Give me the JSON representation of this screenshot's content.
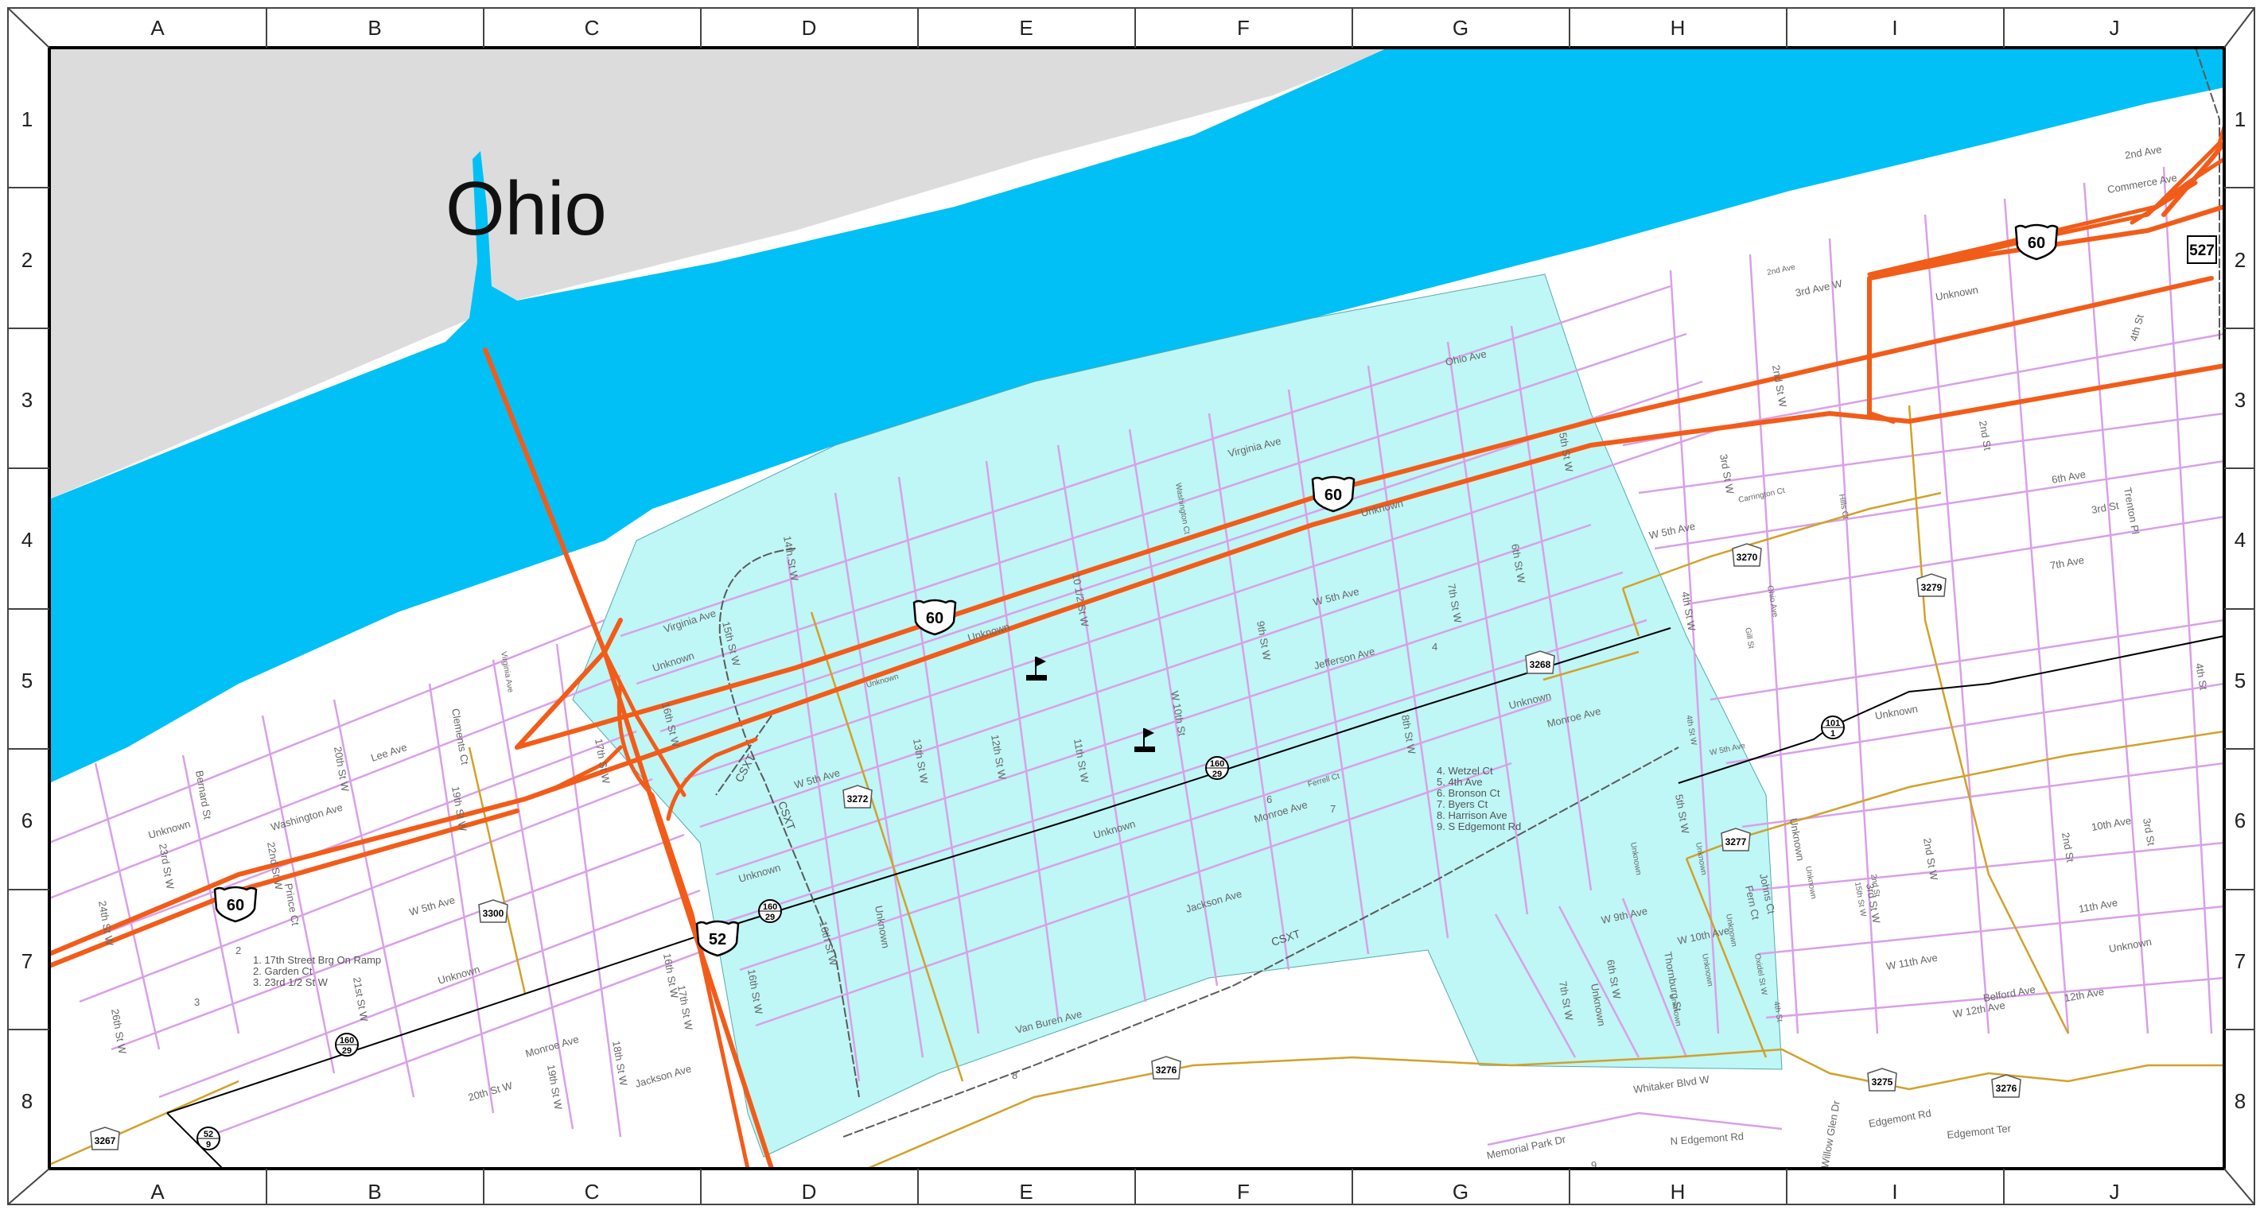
{
  "grid": {
    "columns": [
      "A",
      "B",
      "C",
      "D",
      "E",
      "F",
      "G",
      "H",
      "I",
      "J"
    ],
    "rows": [
      "1",
      "2",
      "3",
      "4",
      "5",
      "6",
      "7",
      "8"
    ]
  },
  "region_label": "Ohio",
  "colors": {
    "water": "#00c0f5",
    "land_other_state": "#dcdcdc",
    "city_area": "#bff6f6",
    "highway": "#f25c19",
    "local_street": "#d9a0e8",
    "county_road": "#d1a12a",
    "state_route": "#000000",
    "railroad": "#5a5a5a"
  },
  "routes": {
    "us60_a": "60",
    "us60_b": "60",
    "us60_c": "60",
    "us60_d": "60",
    "us52": "52",
    "sr527": "527",
    "sr160_a": "160",
    "sr160_a_sub": "29",
    "sr160_b": "160",
    "sr160_b_sub": "29",
    "sr160_c": "160",
    "sr160_c_sub": "29",
    "sr101": "101",
    "sr101_sub": "1",
    "sr52_9": "52",
    "sr52_9_sub": "9",
    "c3267": "3267",
    "c3272": "3272",
    "c3300": "3300",
    "c3268": "3268",
    "c3270": "3270",
    "c3279": "3279",
    "c3277": "3277",
    "c3276_a": "3276",
    "c3275": "3275",
    "c3276_b": "3276"
  },
  "streets": {
    "s1": "2nd Ave",
    "s2": "Commerce Ave",
    "s3": "3rd Ave W",
    "s4": "2nd Ave",
    "s5": "Unknown",
    "s6": "4th St",
    "s7": "Ohio Ave",
    "s8": "2nd St W",
    "s9": "2nd St",
    "s10": "6th Ave",
    "s11": "3rd St",
    "s12": "Trenton Pl",
    "s13": "Virginia Ave",
    "s14": "Washington Ct",
    "s15": "Unknown",
    "s16": "5th St W",
    "s17": "3rd St W",
    "s18": "Carrington Ct",
    "s19": "Hills Ct",
    "s20": "W 5th Ave",
    "s21": "7th Ave",
    "s22": "6th St W",
    "s23": "14th St W",
    "s24": "10 1/2 St W",
    "s25": "W 5th Ave",
    "s26": "7th St W",
    "s27": "Unknown",
    "s28": "Virginia Ave",
    "s29": "Unknown",
    "s30": "9th St W",
    "s31": "Jefferson Ave",
    "s32": "4th St W",
    "s33": "Ohio Ave",
    "s34": "Gill St",
    "s35": "15th St W",
    "s36": "16th St W",
    "s37": "W 10th St",
    "s38": "11th St W",
    "s39": "12th St W",
    "s40": "13th St W",
    "s41": "Unknown",
    "s42": "Monroe Ave",
    "s43": "8th St W",
    "s44": "Unknown",
    "s45": "4th St",
    "s46": "W 5th Ave",
    "s47": "Ferrell Ct",
    "s48": "Monroe Ave",
    "s49": "Unknown",
    "s50": "5th St W",
    "s51": "Unknown",
    "s52": "Fern Ct",
    "s53": "Johns Ct",
    "s54": "2nd St W",
    "s55": "2nd St",
    "s56": "10th Ave",
    "s57": "3rd St",
    "s58": "Jackson Ave",
    "s59": "W 9th Ave",
    "s60": "W 10th Ave",
    "s61": "6th St W",
    "s62": "Thornburg St",
    "s63": "7th St W",
    "s64": "Unknown",
    "s65": "W 11th Ave",
    "s66": "11th Ave",
    "s67": "Unknown",
    "s68": "Belford Ave",
    "s69": "12th Ave",
    "s70": "W 12th Ave",
    "s71": "Van Buren Ave",
    "s72": "Whitaker Blvd W",
    "s73": "N Edgemont Rd",
    "s74": "Memorial Park Dr",
    "s75": "Edgemont Rd",
    "s76": "Edgemont Ter",
    "s77": "Willow Glen Dr",
    "s78": "Unknown",
    "s79": "Washington Ave",
    "s80": "Lee Ave",
    "s81": "20th St W",
    "s82": "Clements Ct",
    "s83": "Bernard St",
    "s84": "23rd St W",
    "s85": "22nd St W",
    "s86": "Prince Ct",
    "s87": "24th St W",
    "s88": "19th St W",
    "s89": "17th St W",
    "s90": "16th St W",
    "s91": "W 5th Ave",
    "s92": "Unknown",
    "s93": "21st St W",
    "s94": "Monroe Ave",
    "s95": "20th St W",
    "s96": "19th St W",
    "s97": "18th St W",
    "s98": "Jackson Ave",
    "s99": "17th St W",
    "s100": "26th St W",
    "s101": "Unknown",
    "s102": "16th St W",
    "s103": "Unknown",
    "s104": "4th St",
    "s105": "Unknown",
    "s106": "2nd St",
    "s107": "Virginia Ave",
    "s108": "Unknown",
    "s109": "16th St W",
    "s110": "15th St W",
    "s111": "Oxidel St W",
    "s112": "Unknown",
    "s113": "Unknown",
    "s114": "3rd St W",
    "s115": "Unknown",
    "s116": "4th St W",
    "s117": "W 5th Ave",
    "s118": "Unknown",
    "s119": "Unknown",
    "s120": "CSXT",
    "s121": "CSXT",
    "s122": "CSXT",
    "n2": "2",
    "n3": "3",
    "n4": "4",
    "n6": "6",
    "n7": "7",
    "n8": "8",
    "n9": "9"
  },
  "legend_left": [
    "1.  17th Street Brg On Ramp",
    "2.  Garden Ct",
    "3.  23rd 1/2 St W"
  ],
  "legend_right": [
    "4.  Wetzel Ct",
    "5.  4th Ave",
    "6.  Bronson Ct",
    "7.  Byers Ct",
    "8.  Harrison Ave",
    "9.  S Edgemont Rd"
  ],
  "icons": [
    "flag-icon",
    "flag-icon"
  ]
}
